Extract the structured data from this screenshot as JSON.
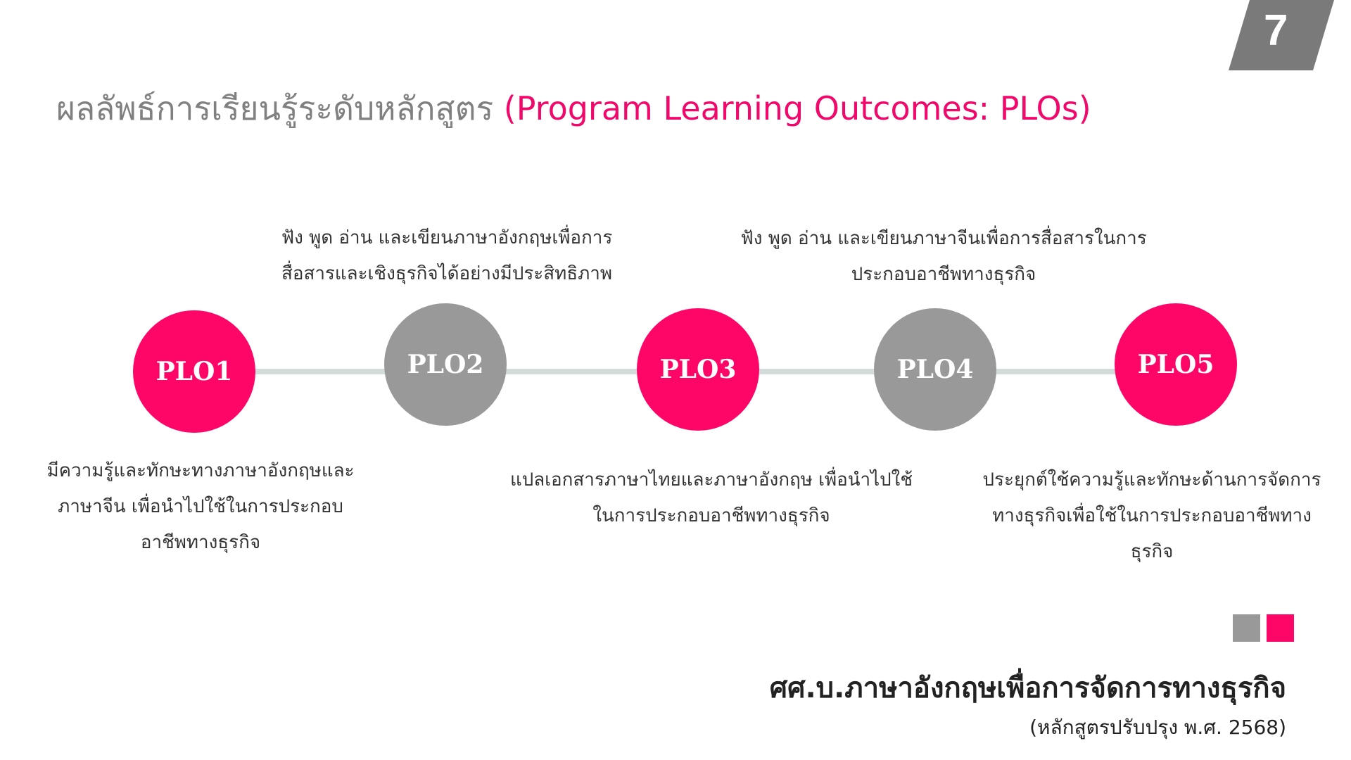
{
  "page_number": "7",
  "title": {
    "thai": "ผลลัพธ์การเรียนรู้ระดับหลักสูตร",
    "english": "(Program Learning Outcomes: PLOs)"
  },
  "colors": {
    "accent": "#fe0668",
    "gray": "#999999",
    "connector": "#d3dbdb"
  },
  "plos": [
    {
      "label": "PLO1",
      "lines": [
        "มีความรู้และทักษะทางภาษาอังกฤษและ",
        "ภาษาจีน เพื่อนำไปใช้ในการประกอบ",
        "อาชีพทางธุรกิจ"
      ]
    },
    {
      "label": "PLO2",
      "lines": [
        "ฟัง พูด อ่าน และเขียนภาษาอังกฤษเพื่อการ",
        "สื่อสารและเชิงธุรกิจได้อย่างมีประสิทธิภาพ"
      ]
    },
    {
      "label": "PLO3",
      "lines": [
        "แปลเอกสารภาษาไทยและภาษาอังกฤษ เพื่อนำไปใช้",
        "ในการประกอบอาชีพทางธุรกิจ"
      ]
    },
    {
      "label": "PLO4",
      "lines": [
        "ฟัง พูด อ่าน และเขียนภาษาจีนเพื่อการสื่อสารในการ",
        "ประกอบอาชีพทางธุรกิจ"
      ]
    },
    {
      "label": "PLO5",
      "lines": [
        "ประยุกต์ใช้ความรู้และทักษะด้านการจัดการ",
        "ทางธุรกิจเพื่อใช้ในการประกอบอาชีพทาง",
        "ธุรกิจ"
      ]
    }
  ],
  "footer": {
    "program": "ศศ.บ.ภาษาอังกฤษเพื่อการจัดการทางธุรกิจ",
    "revision": "(หลักสูตรปรับปรุง พ.ศ. 2568)"
  }
}
